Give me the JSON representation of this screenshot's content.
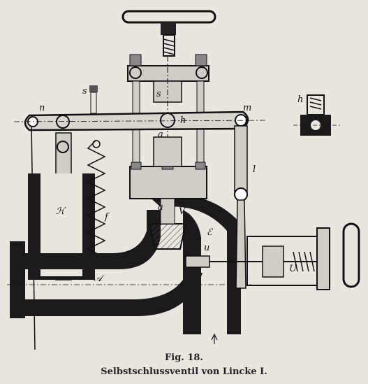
{
  "figure": {
    "number": "Fig. 18.",
    "title": "Selbstschlussventil von Lincke I."
  },
  "labels": {
    "n": "n",
    "m": "m",
    "h_center": "h",
    "h_detail": "h",
    "s_top": "s",
    "s_spindle": "s",
    "a_top": "a",
    "a_valve": "a",
    "H": "ℋ",
    "f": "f",
    "V": "V",
    "E": "ℰ",
    "u": "u",
    "U": "U",
    "A": "𝒜",
    "l": "l"
  },
  "colors": {
    "metal": "#1a1a1a",
    "paper": "#e8e6df",
    "hatch": "#555555"
  }
}
